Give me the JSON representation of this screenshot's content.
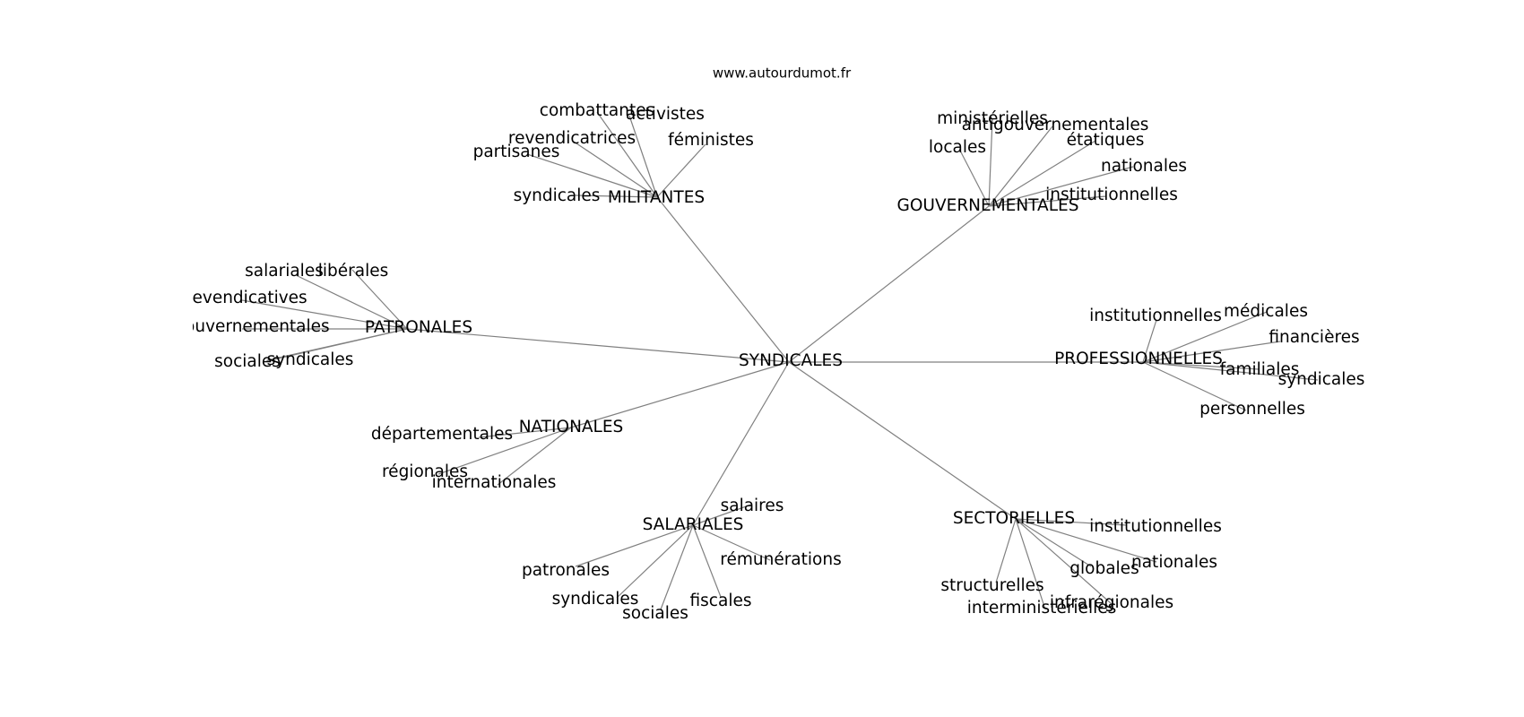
{
  "watermark": "www.autourdumot.fr",
  "root": "SYNDICALES",
  "clusters": [
    {
      "label": "MILITANTES",
      "leaves": [
        "combattantes",
        "activistes",
        "revendicatrices",
        "féministes",
        "partisanes",
        "syndicales"
      ]
    },
    {
      "label": "GOUVERNEMENTALES",
      "leaves": [
        "ministérielles",
        "antigouvernementales",
        "locales",
        "étatiques",
        "nationales",
        "institutionnelles"
      ]
    },
    {
      "label": "PATRONALES",
      "leaves": [
        "salariales",
        "libérales",
        "revendicatives",
        "gouvernementales",
        "sociales",
        "syndicales"
      ]
    },
    {
      "label": "PROFESSIONNELLES",
      "leaves": [
        "institutionnelles",
        "médicales",
        "financières",
        "familiales",
        "syndicales",
        "personnelles"
      ]
    },
    {
      "label": "NATIONALES",
      "leaves": [
        "départementales",
        "régionales",
        "internationales"
      ]
    },
    {
      "label": "SALARIALES",
      "leaves": [
        "salaires",
        "rémunérations",
        "patronales",
        "syndicales",
        "sociales",
        "fiscales"
      ]
    },
    {
      "label": "SECTORIELLES",
      "leaves": [
        "institutionnelles",
        "globales",
        "nationales",
        "structurelles",
        "infrarégionales",
        "interministérielles"
      ]
    }
  ]
}
